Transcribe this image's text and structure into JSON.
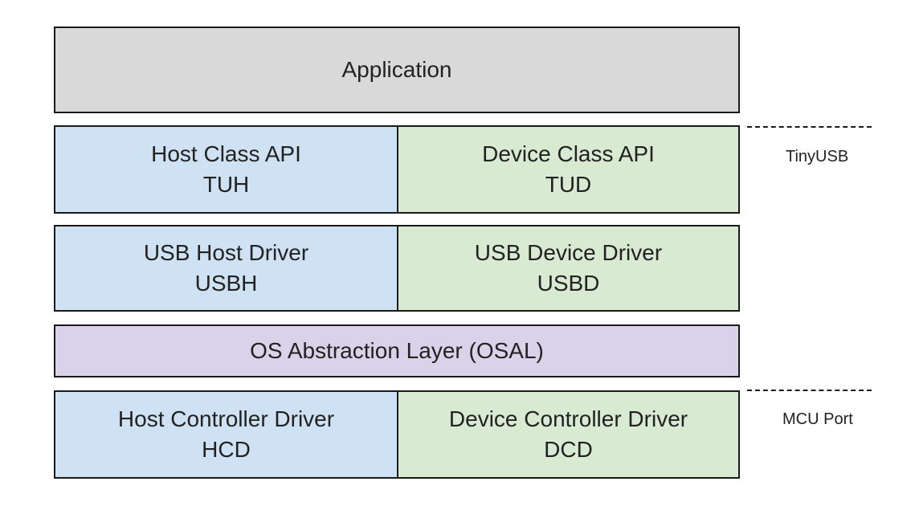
{
  "application": {
    "label": "Application"
  },
  "class_api": {
    "host": {
      "line1": "Host Class API",
      "line2": "TUH"
    },
    "device": {
      "line1": "Device Class API",
      "line2": "TUD"
    }
  },
  "usb_driver": {
    "host": {
      "line1": "USB Host Driver",
      "line2": "USBH"
    },
    "device": {
      "line1": "USB Device Driver",
      "line2": "USBD"
    }
  },
  "osal": {
    "label": "OS Abstraction Layer (OSAL)"
  },
  "controller_driver": {
    "host": {
      "line1": "Host Controller Driver",
      "line2": "HCD"
    },
    "device": {
      "line1": "Device Controller Driver",
      "line2": "DCD"
    }
  },
  "boundaries": {
    "tinyusb": "TinyUSB",
    "mcu_port": "MCU Port"
  },
  "colors": {
    "application": "#d9d9d9",
    "host": "#cfe2f3",
    "device": "#d9ead3",
    "osal": "#d9d2e9"
  }
}
